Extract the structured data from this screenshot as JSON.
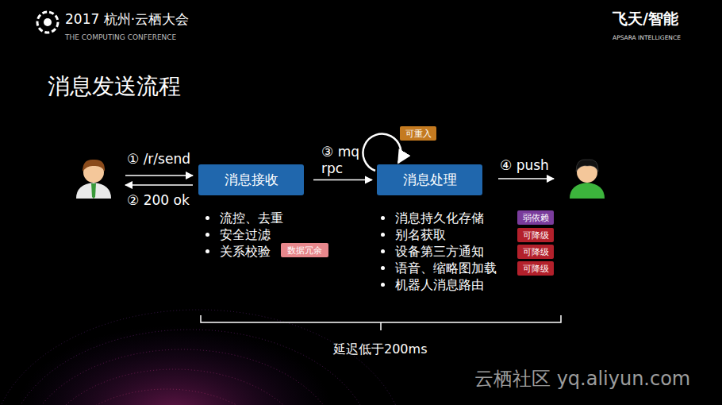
{
  "diagram": {
    "title": "消息发送流程",
    "nodes": [
      {
        "text": [
          "可重入"
        ]
      },
      {
        "text": [
          "消息接收"
        ]
      },
      {
        "text": [
          "消息处理"
        ]
      },
      {
        "text": [
          "数据冗余"
        ]
      },
      {
        "text": [
          "弱依赖"
        ]
      },
      {
        "text": [
          "可降级"
        ]
      },
      {
        "text": [
          "可降级"
        ]
      },
      {
        "text": [
          "可降级"
        ]
      }
    ],
    "edges": [
      {
        "from": 1,
        "to": 2,
        "label": "③ mq rpc",
        "arrow": "to"
      },
      {
        "from": 2,
        "to": 2,
        "arrow": "to"
      }
    ],
    "labels": [
      "2017 杭州·云栖大会",
      "THE COMPUTING CONFERENCE",
      "飞天/智能",
      "APSARA INTELLIGENCE",
      "① /r/send",
      "② 200 ok",
      "④ push",
      "流控、去重",
      "安全过滤",
      "关系校验",
      "消息持久化存储",
      "别名获取",
      "设备第三方通知",
      "语音、缩略图加载",
      "机器人消息路由",
      "延迟低于200ms",
      "云栖社区 yq.aliyun.com"
    ]
  }
}
